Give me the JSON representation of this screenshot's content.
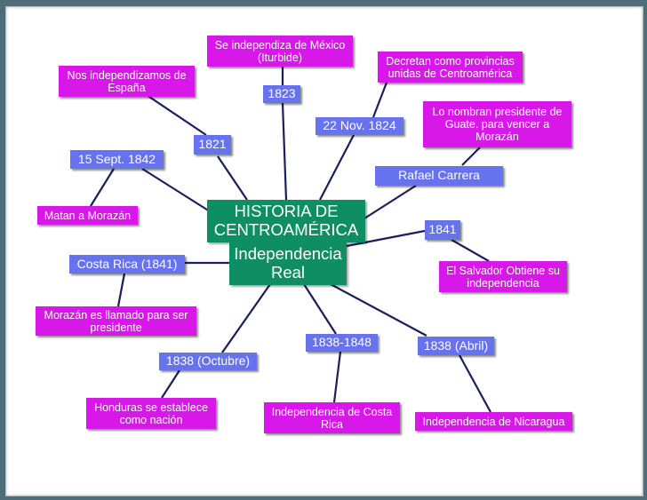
{
  "diagram": {
    "central": {
      "title": "HISTORIA DE CENTROAMÉRICA",
      "subtitle": "Independencia Real"
    },
    "dates": {
      "d1823": "1823",
      "d1821": "1821",
      "d22nov1824": "22 Nov. 1824",
      "d15sept1842": "15 Sept. 1842",
      "rafael_carrera": "Rafael Carrera",
      "d1841": "1841",
      "costa_rica_1841": "Costa Rica (1841)",
      "d1838_octubre": "1838 (Octubre)",
      "d1838_1848": "1838-1848",
      "d1838_abril": "1838 (Abril)"
    },
    "events": {
      "mexico": "Se independiza de México (Iturbide)",
      "espana": "Nos independizamos de España",
      "provincias": "Decretan como provincias unidas de Centroamérica",
      "carrera": "Lo nombran presidente de Guate. para vencer a Morazán",
      "matan": "Matan a Morazán",
      "salvador": "El Salvador Obtiene su independencia",
      "morazan_pres": "Morazán es llamado para ser presidente",
      "honduras": "Honduras se establece como nación",
      "costa_rica": "Independencia de Costa Rica",
      "nicaragua": "Independencia de Nicaragua"
    },
    "colors": {
      "central": "#0e8e62",
      "date": "#6672ee",
      "event": "#d818e8",
      "link": "#1a1f5a",
      "frame": "#4e6d78"
    }
  }
}
